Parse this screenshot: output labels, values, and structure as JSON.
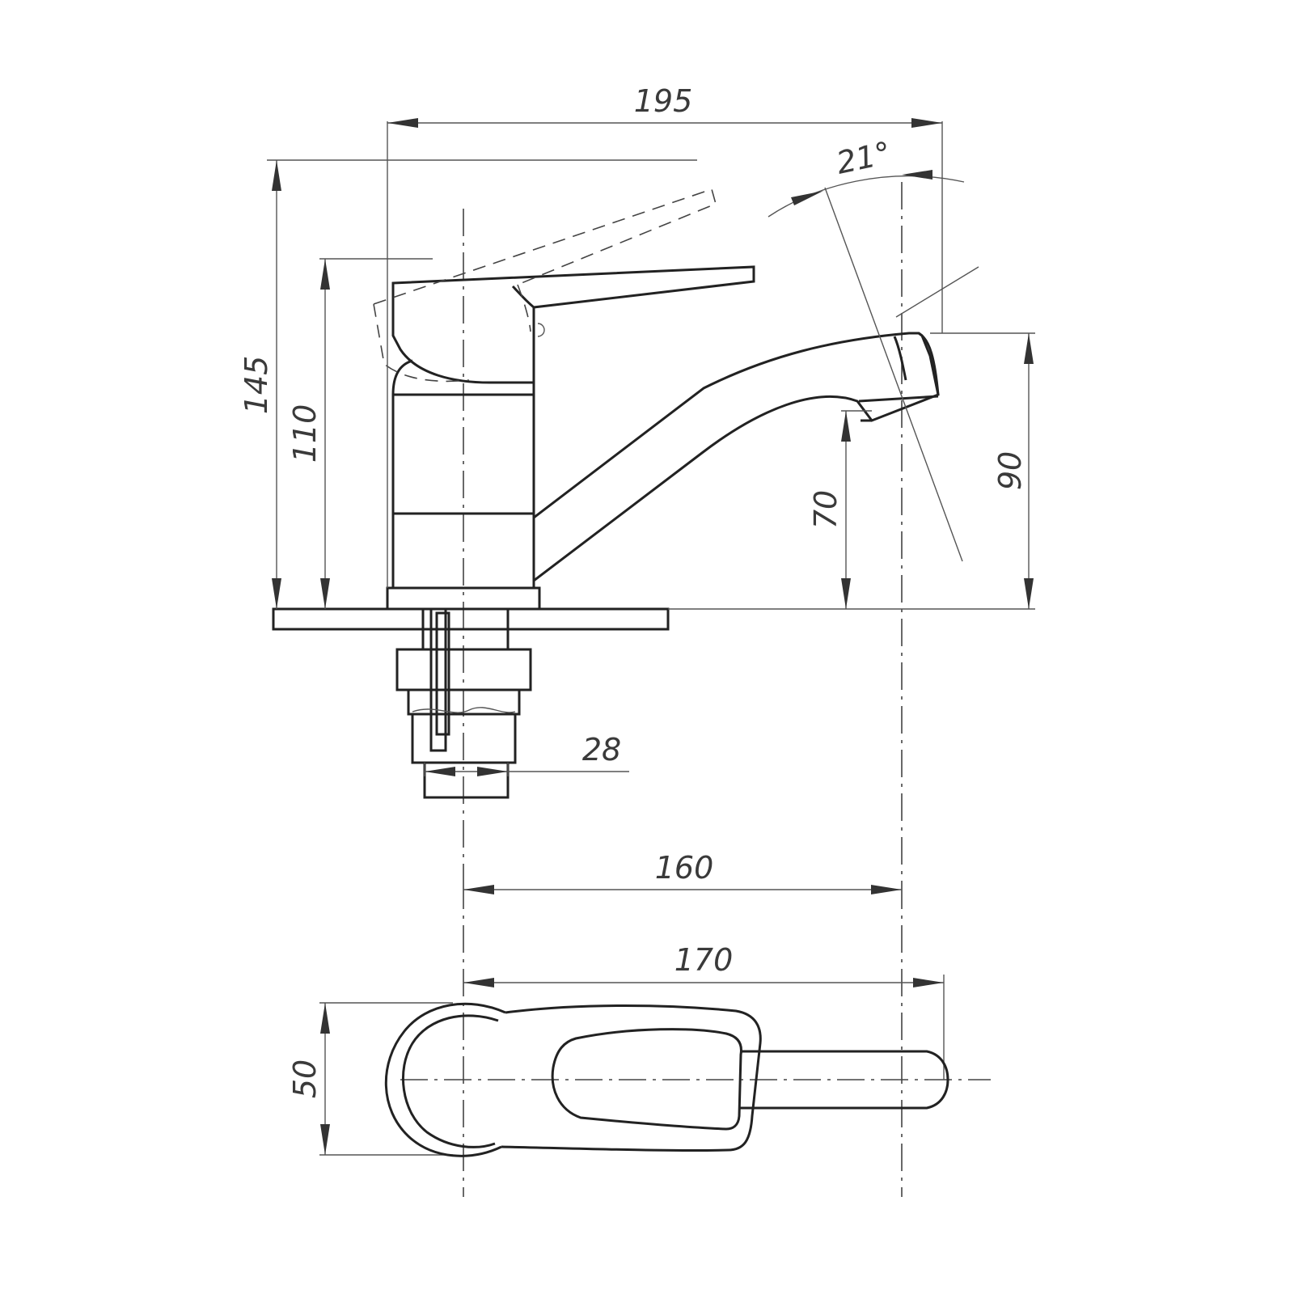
{
  "dimensions": {
    "overall_length": "195",
    "handle_angle": "21°",
    "total_height": "145",
    "body_height": "110",
    "spout_height": "90",
    "outlet_height": "70",
    "thread_diameter": "28",
    "spout_axis_distance": "160",
    "spout_reach": "170",
    "body_width": "50"
  },
  "colors": {
    "line": "#222222",
    "text": "#3a3a3a"
  }
}
